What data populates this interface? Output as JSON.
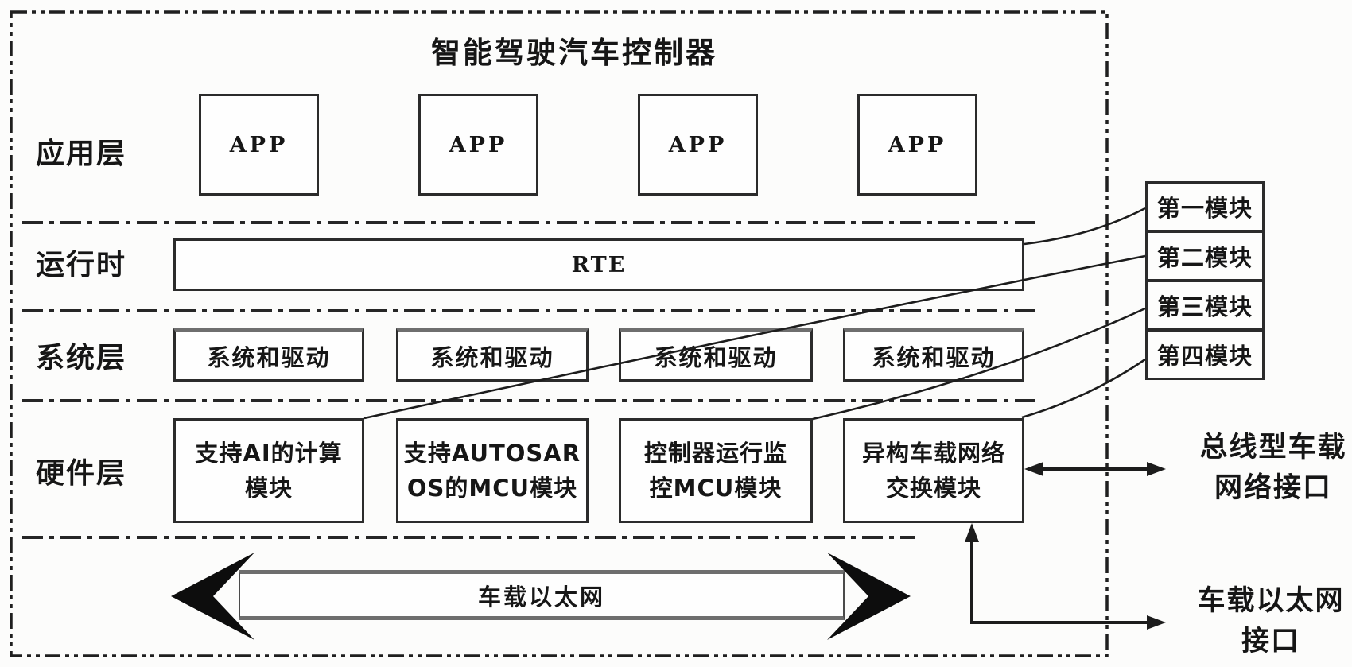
{
  "title": "智能驾驶汽车控制器",
  "layers": {
    "app": "应用层",
    "runtime": "运行时",
    "system": "系统层",
    "hardware": "硬件层"
  },
  "app_layer": {
    "boxes": [
      "APP",
      "APP",
      "APP",
      "APP"
    ]
  },
  "runtime_layer": {
    "rte": "RTE"
  },
  "system_layer": {
    "boxes": [
      "系统和驱动",
      "系统和驱动",
      "系统和驱动",
      "系统和驱动"
    ]
  },
  "hardware_layer": {
    "boxes": [
      {
        "line1": "支持AI的计算",
        "line2": "模块"
      },
      {
        "line1": "支持AUTOSAR",
        "line2": "OS的MCU模块"
      },
      {
        "line1": "控制器运行监",
        "line2": "控MCU模块"
      },
      {
        "line1": "异构车载网络",
        "line2": "交换模块"
      }
    ]
  },
  "ethernet_bus": {
    "label": "车载以太网"
  },
  "modules": [
    "第一模块",
    "第二模块",
    "第三模块",
    "第四模块"
  ],
  "interfaces": {
    "bus_network": {
      "line1": "总线型车载",
      "line2": "网络接口"
    },
    "ethernet": {
      "line1": "车载以太网",
      "line2": "接口"
    }
  },
  "colors": {
    "line": "#1f1f1f",
    "thick_edge": "#6e6e6e",
    "background": "#fcfcfb"
  }
}
